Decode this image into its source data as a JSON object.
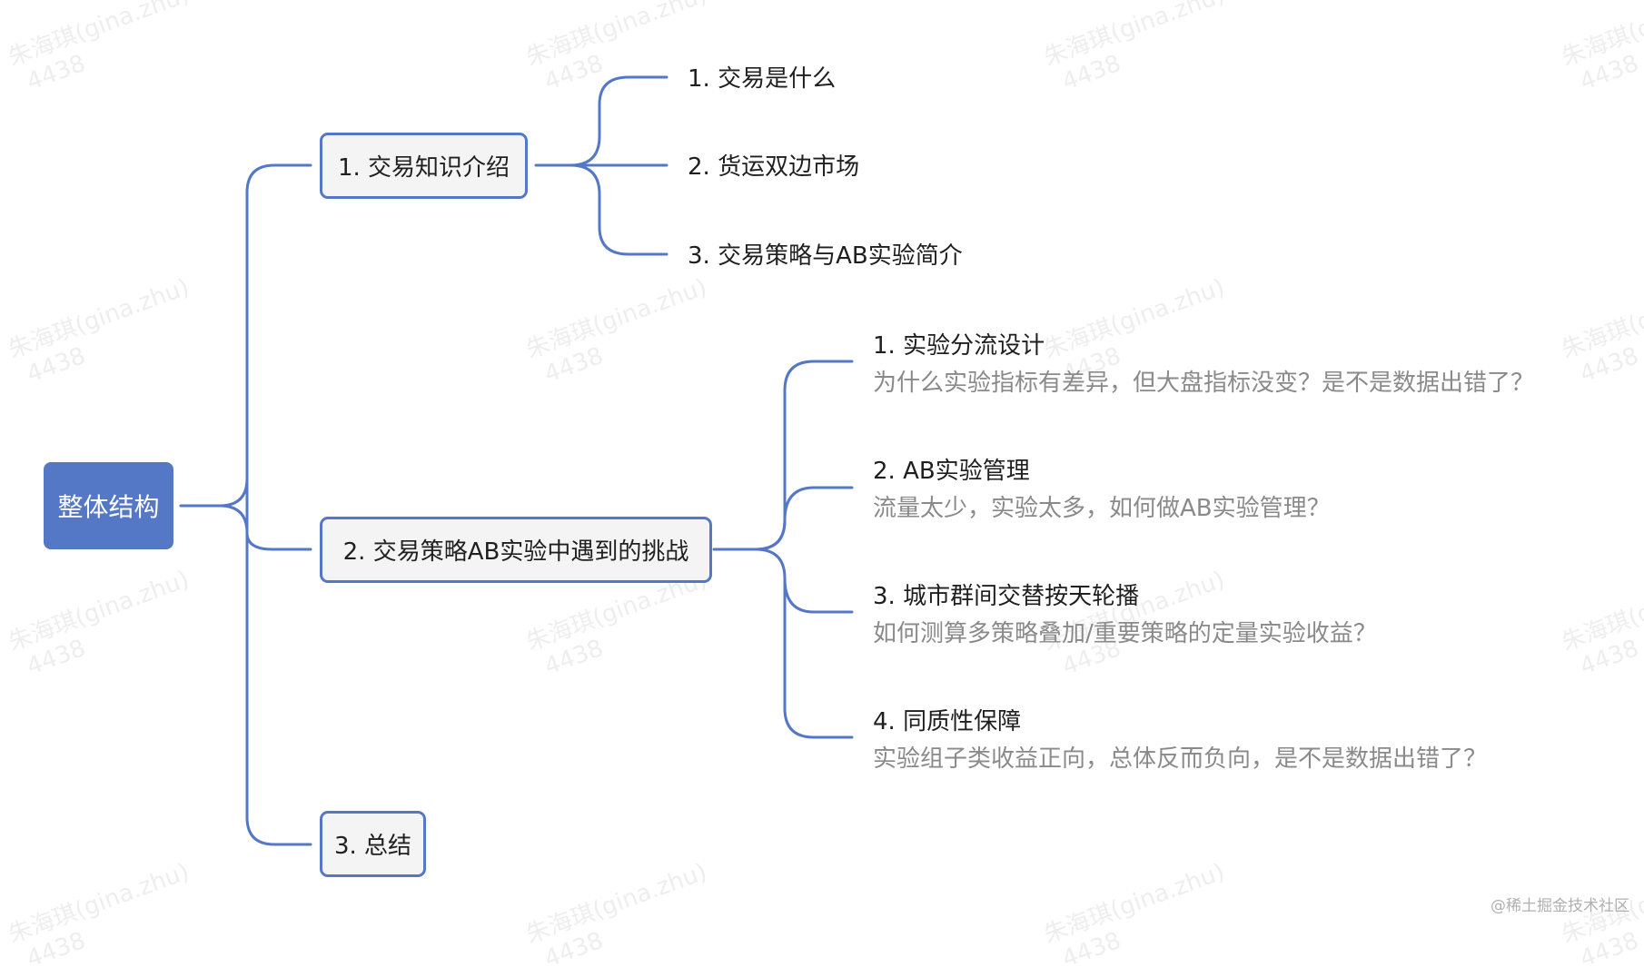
{
  "watermark": {
    "line1": "朱海琪(gina.zhu)",
    "line2": "4438"
  },
  "colors": {
    "accent": "#5578c6",
    "node_fill": "#f4f4f4",
    "text": "#1f1f1f",
    "subtext": "#8a8a8a"
  },
  "root": {
    "label": "整体结构"
  },
  "branches": [
    {
      "label": "1. 交易知识介绍",
      "children": [
        {
          "title": "1. 交易是什么",
          "desc": ""
        },
        {
          "title": "2. 货运双边市场",
          "desc": ""
        },
        {
          "title": "3. 交易策略与AB实验简介",
          "desc": ""
        }
      ]
    },
    {
      "label": "2. 交易策略AB实验中遇到的挑战",
      "children": [
        {
          "title": "1. 实验分流设计",
          "desc": "为什么实验指标有差异，但大盘指标没变？是不是数据出错了？"
        },
        {
          "title": "2. AB实验管理",
          "desc": "流量太少，实验太多，如何做AB实验管理？"
        },
        {
          "title": "3. 城市群间交替按天轮播",
          "desc": "如何测算多策略叠加/重要策略的定量实验收益？"
        },
        {
          "title": "4. 同质性保障",
          "desc": "实验组子类收益正向，总体反而负向，是不是数据出错了？"
        }
      ]
    },
    {
      "label": "3. 总结",
      "children": []
    }
  ],
  "footer": {
    "text": "@稀土掘金技术社区"
  }
}
